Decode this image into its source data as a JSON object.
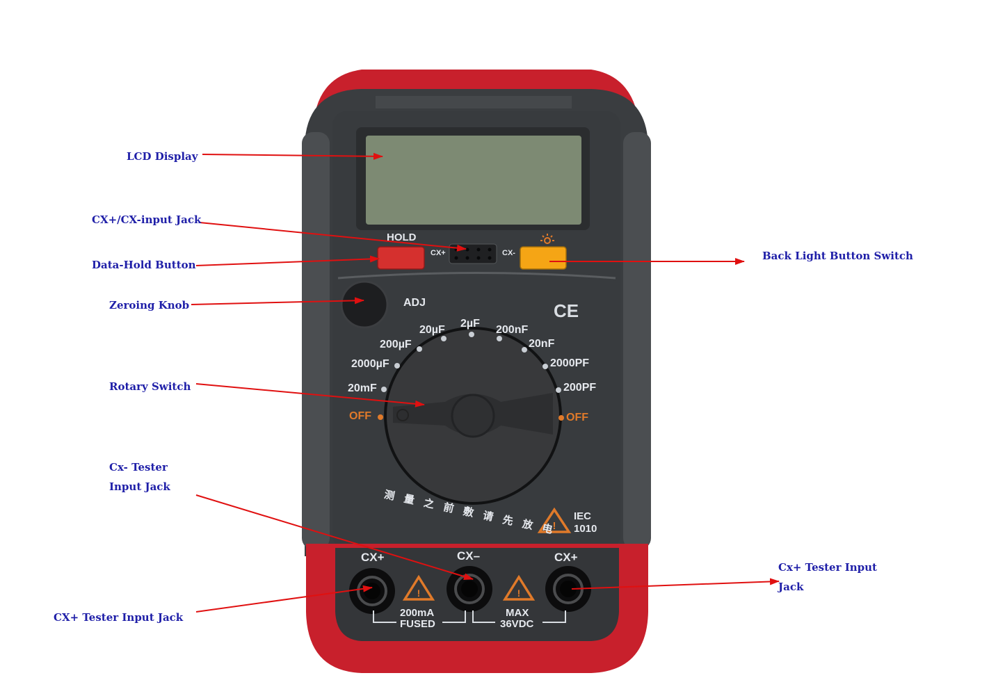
{
  "diagram": {
    "subject": "Digital capacitance meter",
    "callouts": [
      {
        "id": "lcd",
        "label": "LCD Display"
      },
      {
        "id": "input_jack",
        "label": "CX+/CX-input Jack"
      },
      {
        "id": "hold",
        "label": "Data-Hold Button"
      },
      {
        "id": "zero",
        "label": "Zeroing Knob"
      },
      {
        "id": "rotary",
        "label": "Rotary Switch"
      },
      {
        "id": "cxminus_line1",
        "label": "Cx- Tester"
      },
      {
        "id": "cxminus_line2",
        "label": "Input Jack"
      },
      {
        "id": "cxplus_left",
        "label": "CX+ Tester Input Jack"
      },
      {
        "id": "backlight",
        "label": "Back Light Button Switch"
      },
      {
        "id": "cxplus_right_line1",
        "label": "Cx+ Tester Input"
      },
      {
        "id": "cxplus_right_line2",
        "label": "Jack"
      }
    ]
  },
  "device": {
    "hold_label": "HOLD",
    "cx_plus_small": "CX+",
    "cx_minus_small": "CX-",
    "adj_label": "ADJ",
    "ce_mark": "CE",
    "ranges_left": [
      "2000µF",
      "200µF",
      "20µF",
      "20mF"
    ],
    "ranges_top": [
      "2µF",
      "200nF",
      "20nF"
    ],
    "ranges_right": [
      "2000PF",
      "200PF"
    ],
    "off_left": "OFF",
    "off_right": "OFF",
    "chinese_warning": "测量之前敷请先放电",
    "iec_line1": "IEC",
    "iec_line2": "1010",
    "jacks": [
      "CX+",
      "CX–",
      "CX+"
    ],
    "fuse_line1": "200mA",
    "fuse_line2": "FUSED",
    "max_line1": "MAX",
    "max_line2": "36VDC"
  },
  "colors": {
    "callout_text": "#1f1fa8",
    "arrow": "#e01010",
    "body_red": "#c8202c",
    "body_dark": "#3a3d40",
    "lcd": "#7d8a73",
    "hold_button": "#d5302e",
    "backlight_button": "#f5a515"
  }
}
